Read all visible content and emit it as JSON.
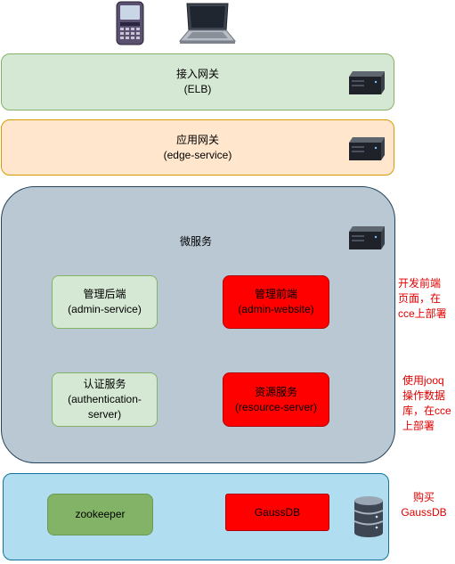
{
  "gateway_elb": {
    "line1": "接入网关",
    "line2": "(ELB)",
    "icon": "server-icon"
  },
  "gateway_edge": {
    "line1": "应用网关",
    "line2": "(edge-service)",
    "icon": "server-icon"
  },
  "microservices": {
    "title": "微服务",
    "icon": "server-icon",
    "admin_service": {
      "line1": "管理后端",
      "line2": "(admin-service)"
    },
    "admin_website": {
      "line1": "管理前端",
      "line2": "(admin-website)"
    },
    "auth_server": {
      "line1": "认证服务",
      "line2": "(authentication-",
      "line3": "server)"
    },
    "resource_server": {
      "line1": "资源服务",
      "line2": "(resource-server)"
    }
  },
  "data_tier": {
    "zookeeper": "zookeeper",
    "gaussdb": "GaussDB",
    "icon": "database-icon"
  },
  "notes": {
    "frontend": [
      "开发前端",
      "页面，在",
      "cce上部署"
    ],
    "resource": [
      "使用jooq",
      "操作数据",
      "库，在cce",
      "上部署"
    ],
    "gaussdb": [
      "购买",
      "GaussDB"
    ]
  },
  "colors": {
    "green_fill": "#d5e8d4",
    "green_border": "#82b366",
    "orange_fill": "#ffe6cc",
    "orange_border": "#d79b00",
    "gray_fill": "#bac8d3",
    "gray_border": "#23445d",
    "blue_fill": "#b1ddf0",
    "blue_border": "#10739e",
    "red_fill": "#ff0000",
    "red_border": "#b20000",
    "zk_fill": "#82b366",
    "zk_border": "#6c9a54"
  }
}
